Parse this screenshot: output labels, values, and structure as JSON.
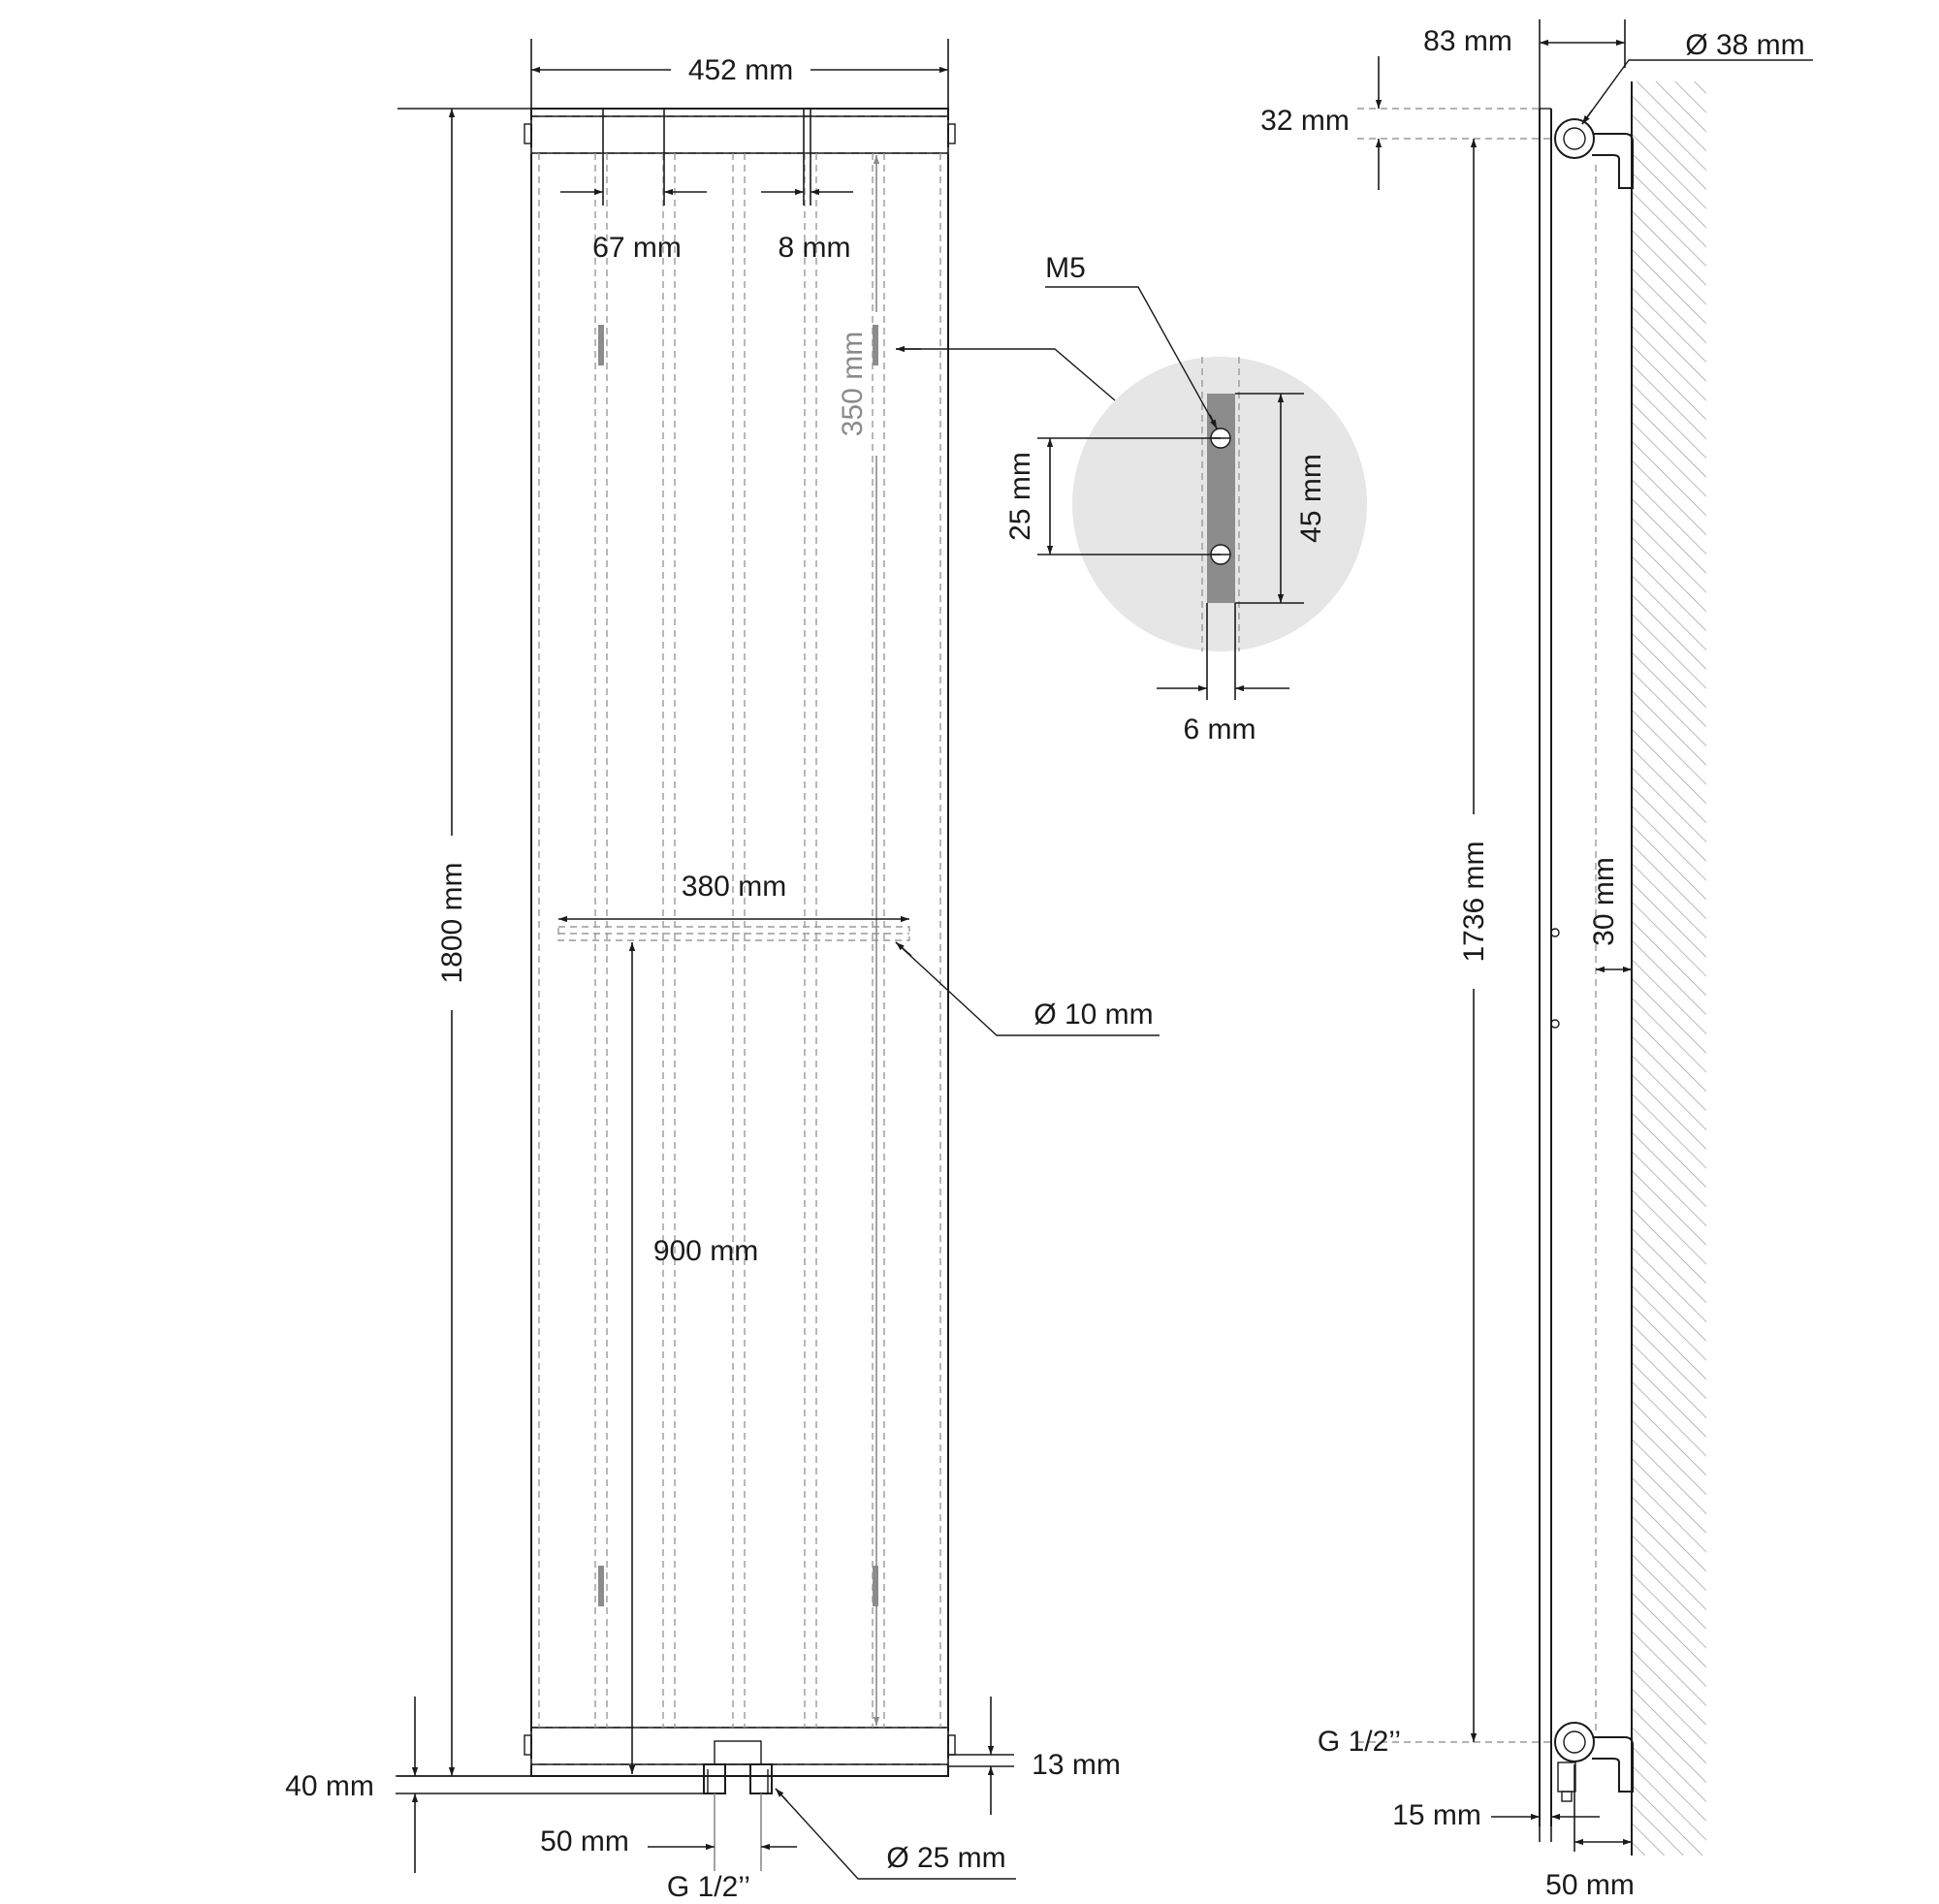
{
  "front_view": {
    "width_label": "452 mm",
    "height_label": "1800 mm",
    "tube_spacing_label": "67 mm",
    "tube_gap_label": "8 mm",
    "bracket_spacing_label": "350 mm",
    "rail_width_label": "380 mm",
    "rail_height_label": "900 mm",
    "rail_diameter_label": "Ø 10 mm",
    "bottom_offset_label": "40 mm",
    "bottom_collector_label": "13 mm",
    "connection_spacing_label": "50 mm",
    "connection_diameter_label": "Ø 25 mm",
    "thread_label": "G 1/2’’"
  },
  "detail_view": {
    "screw_label": "M5",
    "hole_spacing_label": "25 mm",
    "bracket_height_label": "45 mm",
    "bracket_width_label": "6 mm"
  },
  "side_view": {
    "depth_label": "83 mm",
    "collector_diameter_label": "Ø 38 mm",
    "top_offset_label": "32 mm",
    "axis_distance_label": "1736 mm",
    "wall_gap_label": "30 mm",
    "thread_label": "G 1/2’’",
    "panel_thickness_label": "15 mm",
    "bracket_depth_label": "50 mm"
  },
  "colors": {
    "line": "#1a1a1a",
    "hidden_line": "#9a9a9a",
    "detail_circle": "#e6e6e6",
    "bracket": "#8c8c8c",
    "wall_hatch": "#9a9a9a"
  }
}
